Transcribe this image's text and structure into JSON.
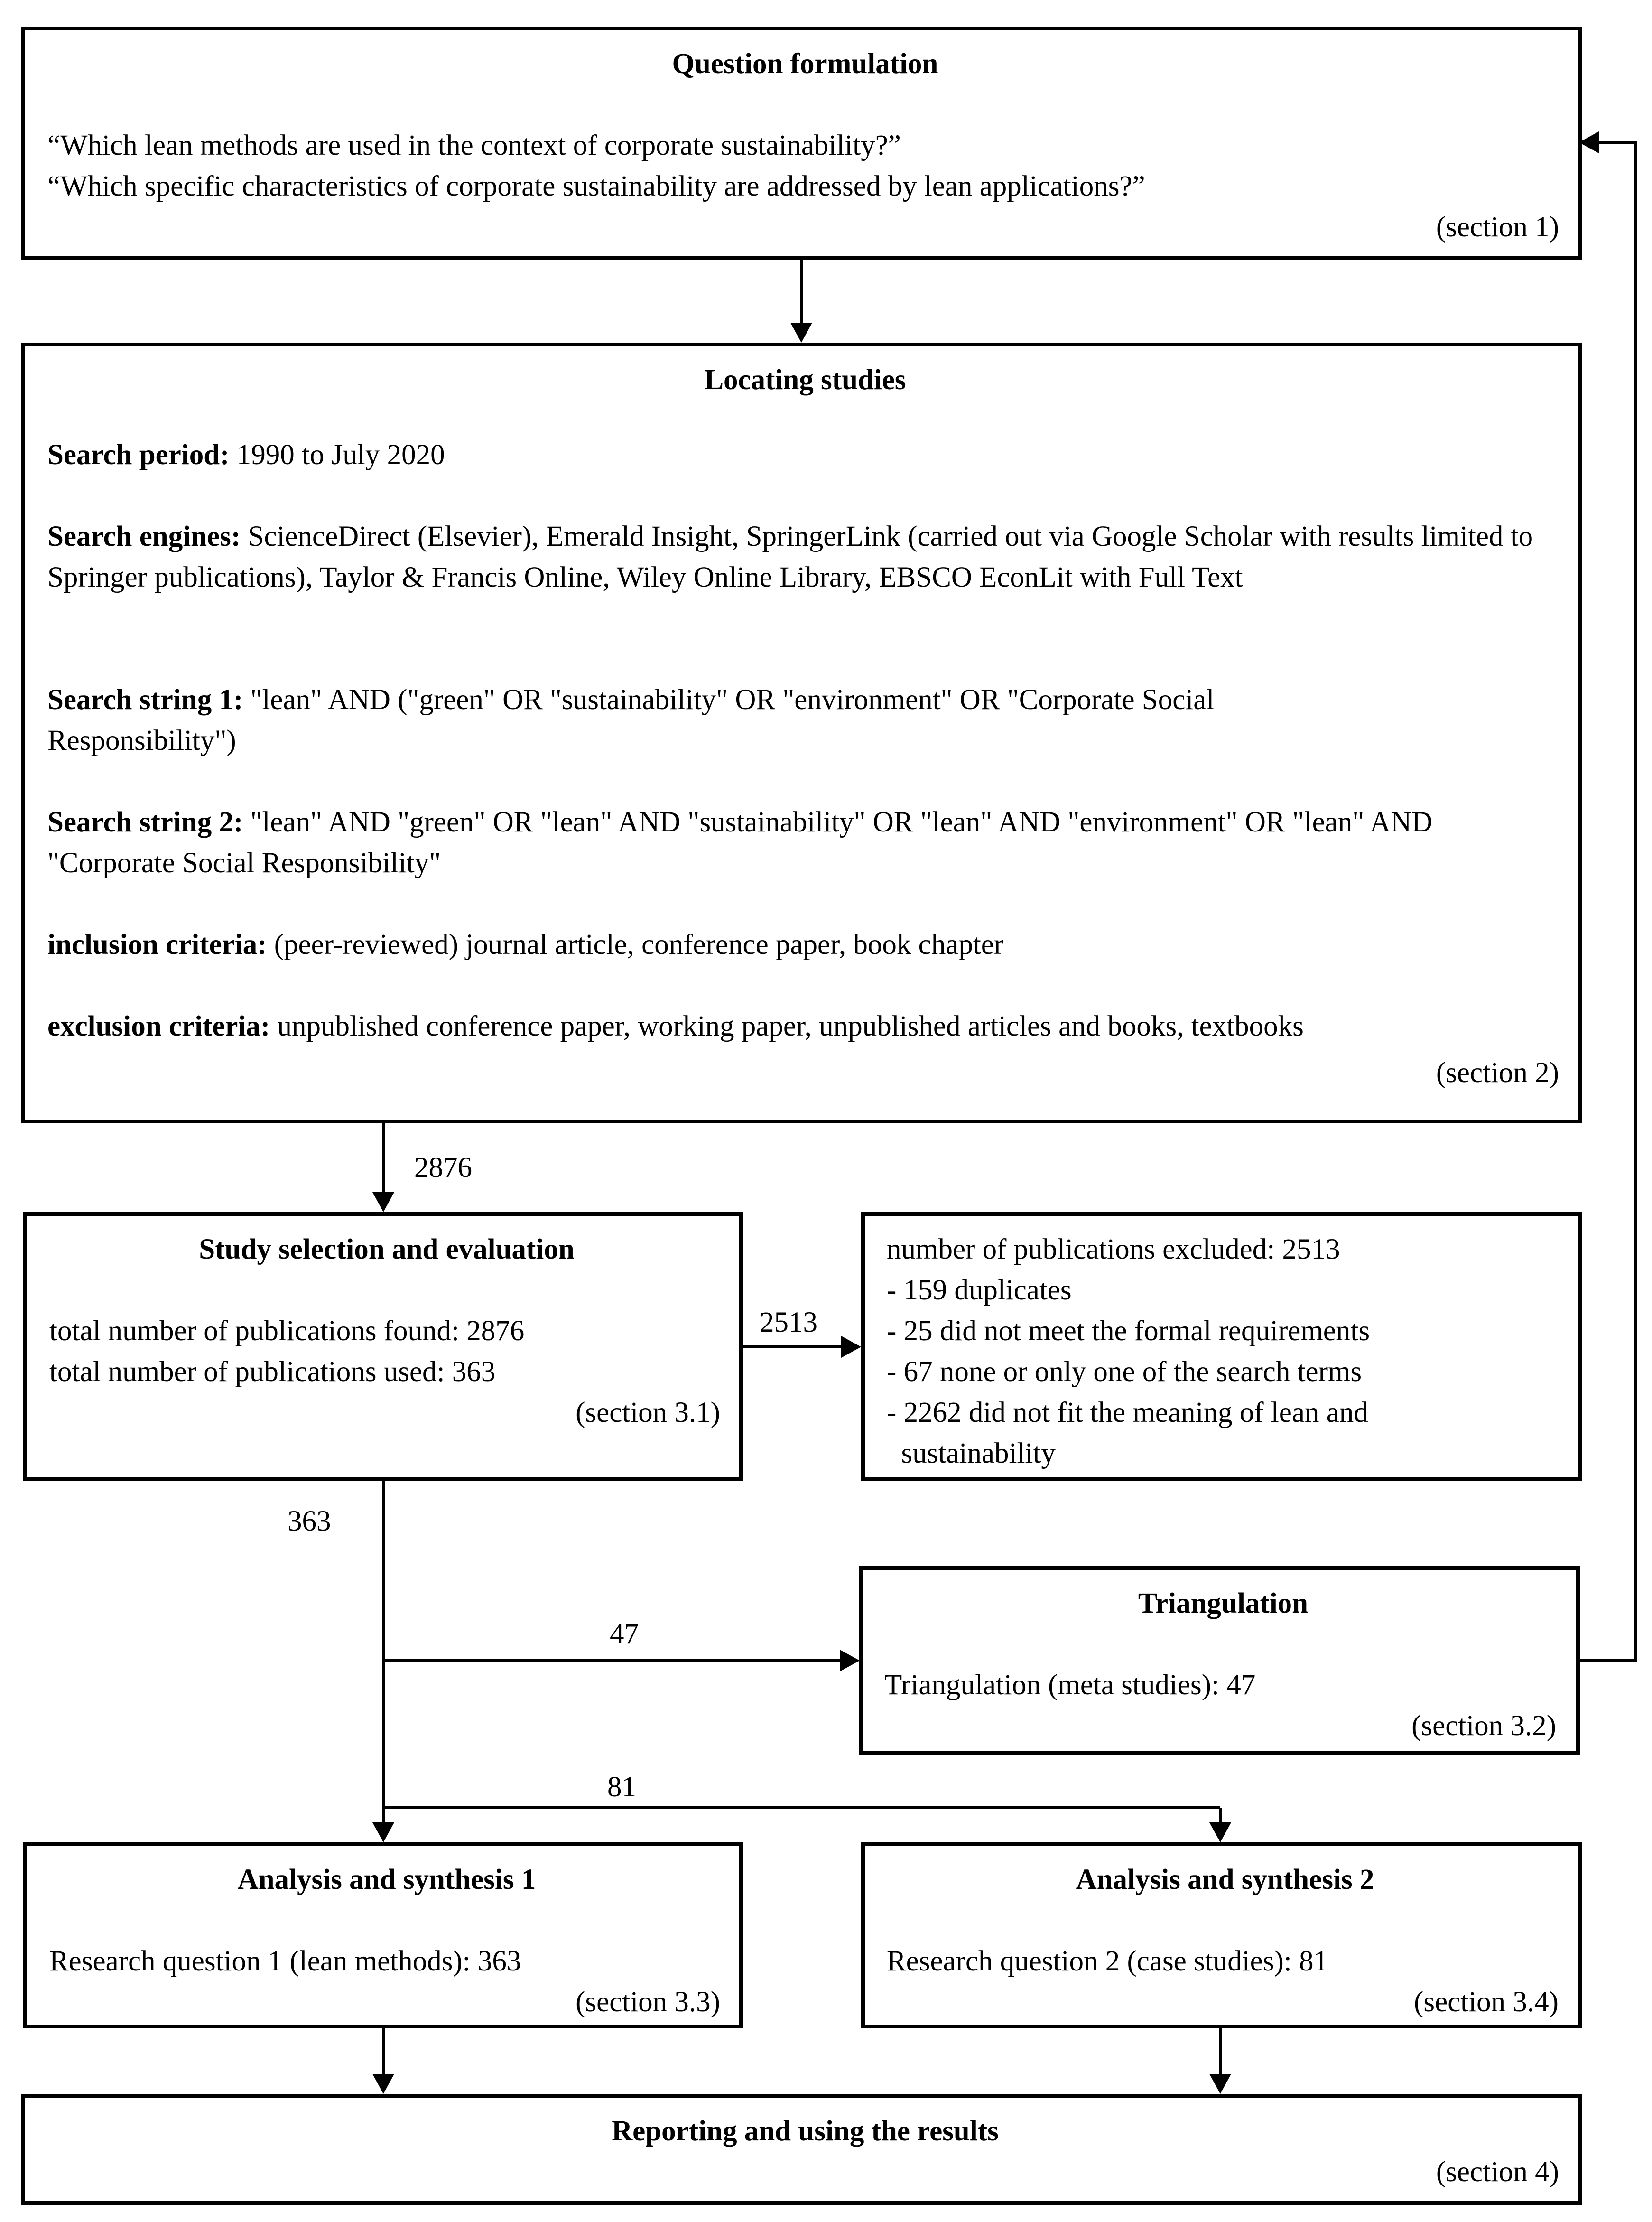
{
  "question": {
    "title": "Question formulation",
    "q1": "“Which lean methods are used in the context of corporate sustainability?”",
    "q2": "“Which specific characteristics of corporate sustainability are addressed by lean applications?”",
    "section": "(section 1)"
  },
  "locating": {
    "title": "Locating studies",
    "period_label": "Search period:",
    "period_value": " 1990 to July 2020",
    "engines_label": "Search engines:",
    "engines_value": " ScienceDirect (Elsevier), Emerald Insight, SpringerLink (carried out via Google Scholar with results limited to Springer publications), Taylor & Francis Online, Wiley Online Library, EBSCO EconLit with Full Text",
    "string1_label": "Search string 1:",
    "string1_value": " \"lean\" AND (\"green\" OR \"sustainability\" OR \"environment\" OR \"Corporate Social Responsibility\")",
    "string2_label": "Search string 2:",
    "string2_value": "  \"lean\" AND \"green\" OR \"lean\" AND \"sustainability\" OR \"lean\" AND \"environment\" OR \"lean\" AND \"Corporate Social Responsibility\"",
    "inclusion_label": "inclusion criteria:",
    "inclusion_value": " (peer-reviewed) journal article, conference paper, book chapter",
    "exclusion_label": "exclusion criteria:",
    "exclusion_value": " unpublished conference paper, working paper, unpublished articles and books, textbooks",
    "section": "(section 2)"
  },
  "selection": {
    "title": "Study selection and evaluation",
    "found": "total number of publications found: 2876",
    "used": "total number of publications used: 363",
    "section": "(section 3.1)"
  },
  "excluded": {
    "header": "number of publications excluded: 2513",
    "items": [
      "- 159 duplicates",
      "- 25 did not meet the formal requirements",
      "- 67 none or only one of the search terms",
      "- 2262 did not fit the meaning of lean and",
      "  sustainability"
    ]
  },
  "triangulation": {
    "title": "Triangulation",
    "text": "Triangulation (meta studies): 47",
    "section": "(section 3.2)"
  },
  "analysis1": {
    "title": "Analysis and synthesis 1",
    "text": "Research question 1 (lean methods): 363",
    "section": "(section 3.3)"
  },
  "analysis2": {
    "title": "Analysis and synthesis 2",
    "text": "Research question 2 (case studies): 81",
    "section": "(section 3.4)"
  },
  "reporting": {
    "title": "Reporting and using the results",
    "section": "(section 4)"
  },
  "flow_labels": {
    "to_selection": "2876",
    "to_excluded": "2513",
    "from_selection": "363",
    "to_triangulation": "47",
    "to_analysis2": "81"
  }
}
